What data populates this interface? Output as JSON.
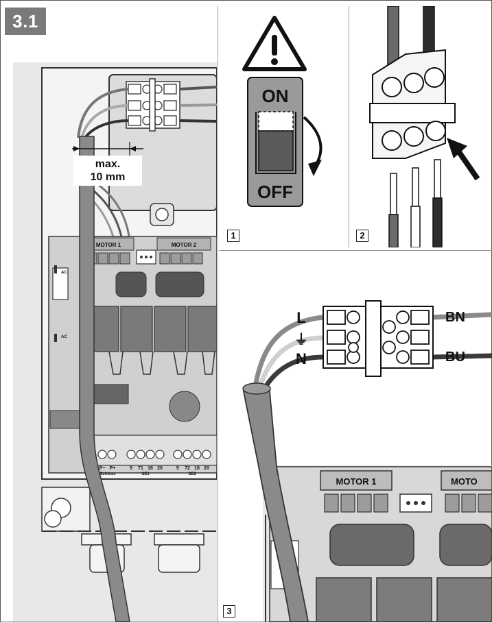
{
  "figure_label": "3.1",
  "panel_numbers": [
    "1",
    "2",
    "3"
  ],
  "overview": {
    "dimension_label_line1": "max.",
    "dimension_label_line2": "10 mm",
    "terminal_labels": [
      "MOTOR 1",
      "MOTOR 2"
    ],
    "side_labels": [
      "AC",
      "AC"
    ],
    "bottom_labels": [
      "P−",
      "P+",
      "Schloss",
      "5",
      "71",
      "18",
      "20",
      "SE1",
      "5",
      "72",
      "18",
      "20",
      "SE2"
    ]
  },
  "power_switch": {
    "on_label": "ON",
    "off_label": "OFF"
  },
  "wiring_detail": {
    "left_labels": [
      "L",
      "⏚",
      "N"
    ],
    "right_labels": [
      "BN",
      "BU"
    ],
    "connector_label": "MOTOR 1",
    "connector_label_cut": "MOTO"
  },
  "colors": {
    "badge": "#7a7a7a",
    "housing": "#e3e3e3",
    "board": "#c9c9c9",
    "cable": "#8c8c8c",
    "dark": "#333333"
  }
}
